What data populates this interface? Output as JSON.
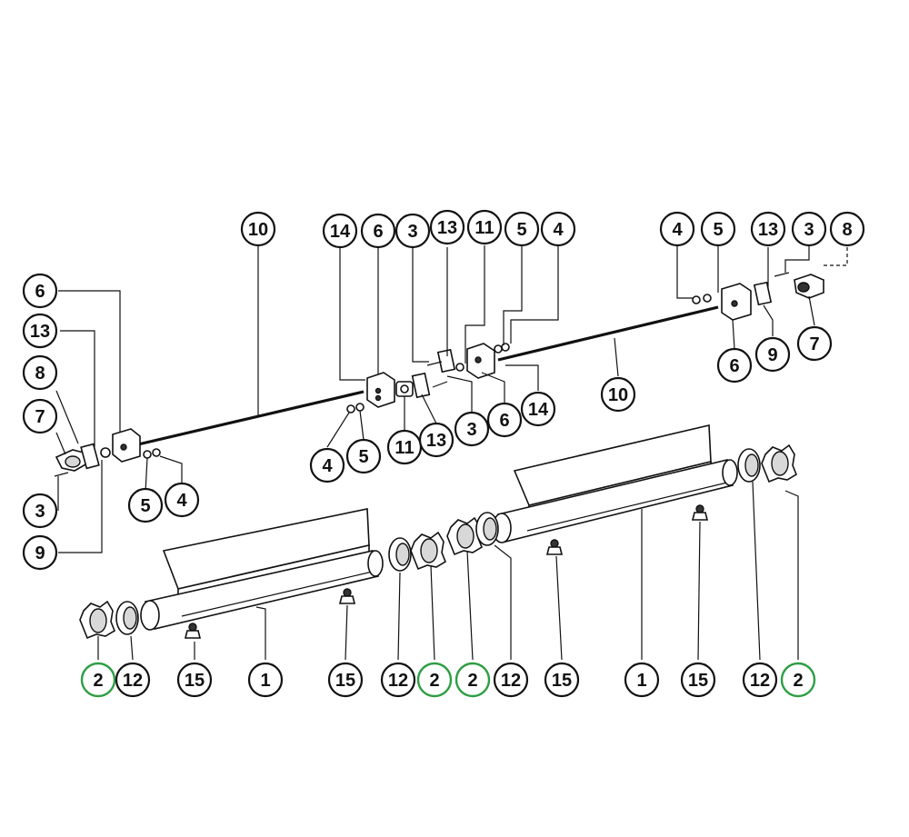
{
  "callouts": [
    {
      "id": "c01",
      "label": "10"
    },
    {
      "id": "c02",
      "label": "14"
    },
    {
      "id": "c03",
      "label": "6"
    },
    {
      "id": "c04",
      "label": "3"
    },
    {
      "id": "c05",
      "label": "13"
    },
    {
      "id": "c06",
      "label": "11"
    },
    {
      "id": "c07",
      "label": "5"
    },
    {
      "id": "c08",
      "label": "4"
    },
    {
      "id": "c09",
      "label": "4"
    },
    {
      "id": "c10",
      "label": "5"
    },
    {
      "id": "c11",
      "label": "13"
    },
    {
      "id": "c12",
      "label": "3"
    },
    {
      "id": "c13",
      "label": "8"
    },
    {
      "id": "c14",
      "label": "6"
    },
    {
      "id": "c15",
      "label": "13"
    },
    {
      "id": "c16",
      "label": "8"
    },
    {
      "id": "c17",
      "label": "7"
    },
    {
      "id": "c18",
      "label": "3"
    },
    {
      "id": "c19",
      "label": "9"
    },
    {
      "id": "c20",
      "label": "5"
    },
    {
      "id": "c21",
      "label": "4"
    },
    {
      "id": "c22",
      "label": "4"
    },
    {
      "id": "c23",
      "label": "5"
    },
    {
      "id": "c24",
      "label": "11"
    },
    {
      "id": "c25",
      "label": "13"
    },
    {
      "id": "c26",
      "label": "3"
    },
    {
      "id": "c27",
      "label": "6"
    },
    {
      "id": "c28",
      "label": "14"
    },
    {
      "id": "c29",
      "label": "10"
    },
    {
      "id": "c30",
      "label": "6"
    },
    {
      "id": "c31",
      "label": "9"
    },
    {
      "id": "c32",
      "label": "7"
    },
    {
      "id": "c33",
      "label": "2",
      "highlight": true
    },
    {
      "id": "c34",
      "label": "12"
    },
    {
      "id": "c35",
      "label": "15"
    },
    {
      "id": "c36",
      "label": "1"
    },
    {
      "id": "c37",
      "label": "15"
    },
    {
      "id": "c38",
      "label": "12"
    },
    {
      "id": "c39",
      "label": "2",
      "highlight": true
    },
    {
      "id": "c40",
      "label": "2",
      "highlight": true
    },
    {
      "id": "c41",
      "label": "12"
    },
    {
      "id": "c42",
      "label": "15"
    },
    {
      "id": "c43",
      "label": "1"
    },
    {
      "id": "c44",
      "label": "15"
    },
    {
      "id": "c45",
      "label": "12"
    },
    {
      "id": "c46",
      "label": "2",
      "highlight": true
    }
  ],
  "colors": {
    "line": "#111111",
    "highlight": "#2e9e44",
    "background": "#ffffff"
  }
}
